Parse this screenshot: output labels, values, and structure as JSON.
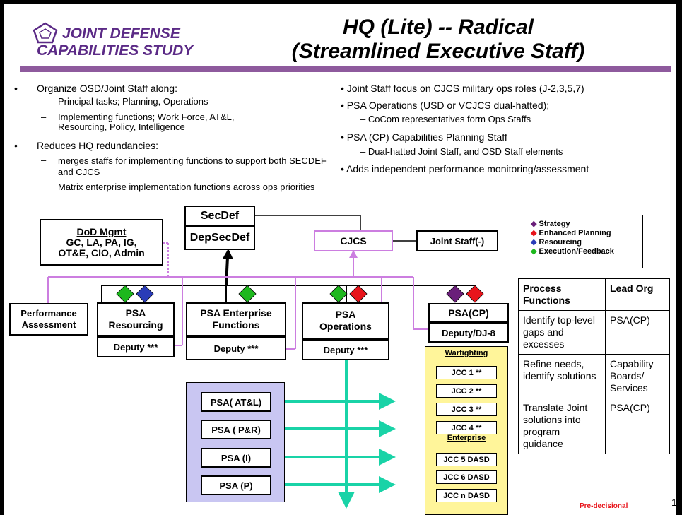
{
  "header": {
    "logo_line1": "JOINT DEFENSE",
    "logo_line2": "CAPABILITIES STUDY",
    "title_line1": "HQ (Lite) -- Radical",
    "title_line2": "(Streamlined Executive Staff)"
  },
  "left_bullets": {
    "b1": "Organize OSD/Joint Staff along:",
    "b1_s1": "Principal tasks; Planning, Operations",
    "b1_s2": "Implementing functions;  Work Force, AT&L, Resourcing, Policy, Intelligence",
    "b2": "Reduces HQ redundancies:",
    "b2_s1": "merges staffs for implementing functions to support both SECDEF and CJCS",
    "b2_s2": "Matrix enterprise implementation functions across ops priorities"
  },
  "right_bullets": {
    "r1": "• Joint Staff focus on CJCS military ops roles (J-2,3,5,7)",
    "r2": "• PSA Operations (USD or VCJCS dual-hatted);",
    "r2_s1": "– CoCom representatives form Ops Staffs",
    "r3": "• PSA (CP) Capabilities Planning Staff",
    "r3_s1": "– Dual-hatted Joint Staff, and OSD Staff elements",
    "r4": "• Adds independent performance monitoring/assessment"
  },
  "org": {
    "secdef": "SecDef",
    "depsecdef": "DepSecDef",
    "cjcs": "CJCS",
    "joint_staff": "Joint Staff(-)",
    "dod_mgmt_title": "DoD Mgmt",
    "dod_mgmt_line1": "GC, LA, PA, IG,",
    "dod_mgmt_line2": "OT&E, CIO, Admin",
    "perf_line1": "Performance",
    "perf_line2": "Assessment",
    "psa_res_line1": "PSA",
    "psa_res_line2": "Resourcing",
    "psa_ent": "PSA Enterprise Functions",
    "psa_ops_line1": "PSA",
    "psa_ops_line2": "Operations",
    "psa_cp": "PSA(CP)",
    "deputy_dj8": "Deputy/DJ-8",
    "deputy": "Deputy ***",
    "warfighting": "Warfighting",
    "enterprise": "Enterprise",
    "jcc": [
      "JCC 1 **",
      "JCC 2 **",
      "JCC 3 **",
      "JCC 4 **",
      "JCC 5 DASD",
      "JCC 6 DASD",
      "JCC n DASD"
    ],
    "psa_sub": [
      "PSA( AT&L)",
      "PSA ( P&R)",
      "PSA (I)",
      "PSA (P)"
    ]
  },
  "legend": {
    "items": [
      {
        "label": "Strategy",
        "color": "#6a1f7a"
      },
      {
        "label": "Enhanced Planning",
        "color": "#e8141b"
      },
      {
        "label": "Resourcing",
        "color": "#2a3cb8"
      },
      {
        "label": "Execution/Feedback",
        "color": "#1db81d"
      }
    ]
  },
  "table": {
    "col1": "Process Functions",
    "col2": "Lead Org",
    "rows": [
      {
        "process": "Identify top-level gaps and excesses",
        "lead": "PSA(CP)"
      },
      {
        "process": "Refine needs, identify solutions",
        "lead": "Capability Boards/ Services"
      },
      {
        "process": "Translate Joint solutions into program guidance",
        "lead": "PSA(CP)"
      }
    ]
  },
  "footer": {
    "predecisional": "Pre-decisional",
    "page_fragment": "1("
  },
  "colors": {
    "purple": "#8e5a9d",
    "teal": "#19d3a7",
    "violet_line": "#cc7ee0",
    "enterprise_bg": "#c9c6f2",
    "warfighting_bg": "#fff59a",
    "red_text": "#e8141b"
  }
}
